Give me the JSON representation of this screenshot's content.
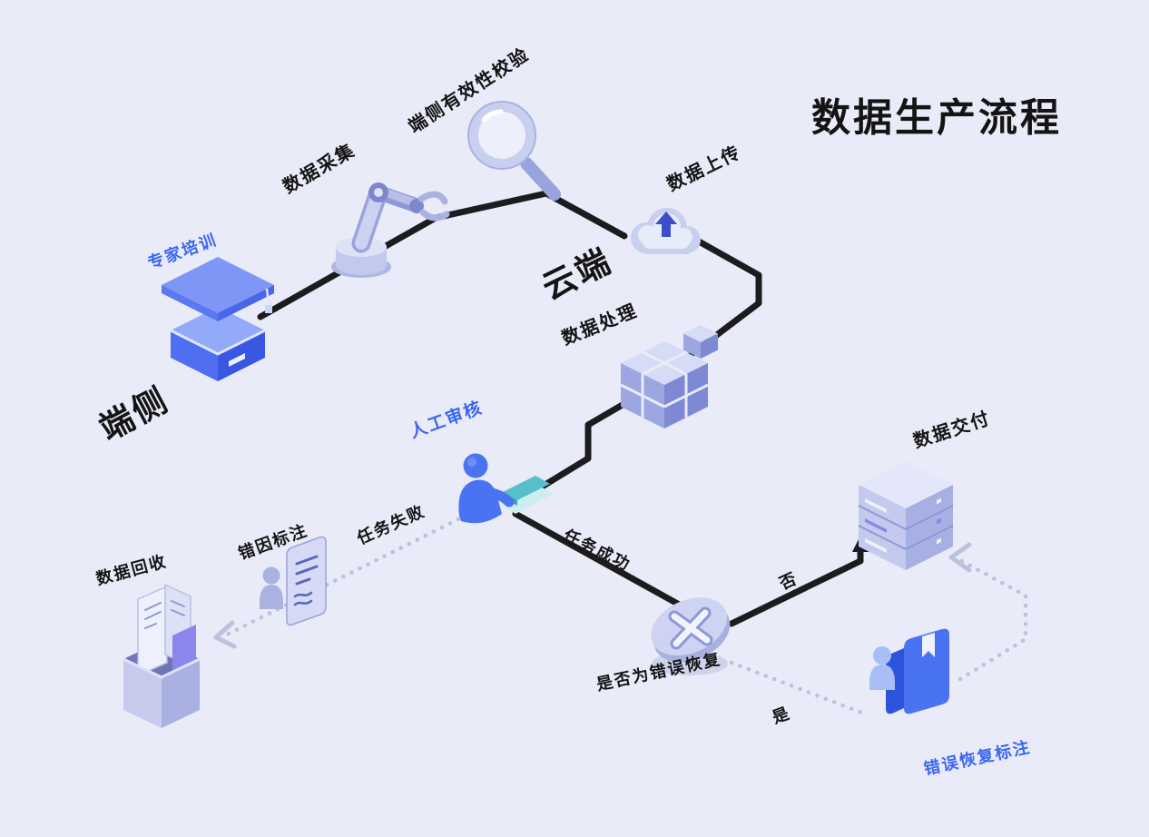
{
  "title": "数据生产流程",
  "regions": {
    "device": "端侧",
    "cloud": "云端"
  },
  "nodes": {
    "expert_training": {
      "label": "专家培训"
    },
    "data_collection": {
      "label": "数据采集"
    },
    "device_validation": {
      "label": "端侧有效性校验"
    },
    "data_upload": {
      "label": "数据上传"
    },
    "data_processing": {
      "label": "数据处理"
    },
    "manual_review": {
      "label": "人工审核"
    },
    "error_cause_annotation": {
      "label": "错因标注"
    },
    "data_recycle": {
      "label": "数据回收"
    },
    "data_delivery": {
      "label": "数据交付"
    },
    "recovery_decision": {
      "label": "是否为错误恢复"
    },
    "error_recovery_annotation": {
      "label": "错误恢复标注"
    }
  },
  "edges": {
    "task_failed": "任务失败",
    "task_success": "任务成功",
    "no": "否",
    "yes": "是"
  },
  "colors": {
    "background": "#e9ebf8",
    "accent_blue": "#3b66f0",
    "text_black": "#141414",
    "line_black": "#1c1c1e",
    "dotted_gray": "#bcc1dd",
    "lavender": "#c9cfef",
    "indigo": "#7d88cc",
    "node_blue": "#4a73f2"
  }
}
